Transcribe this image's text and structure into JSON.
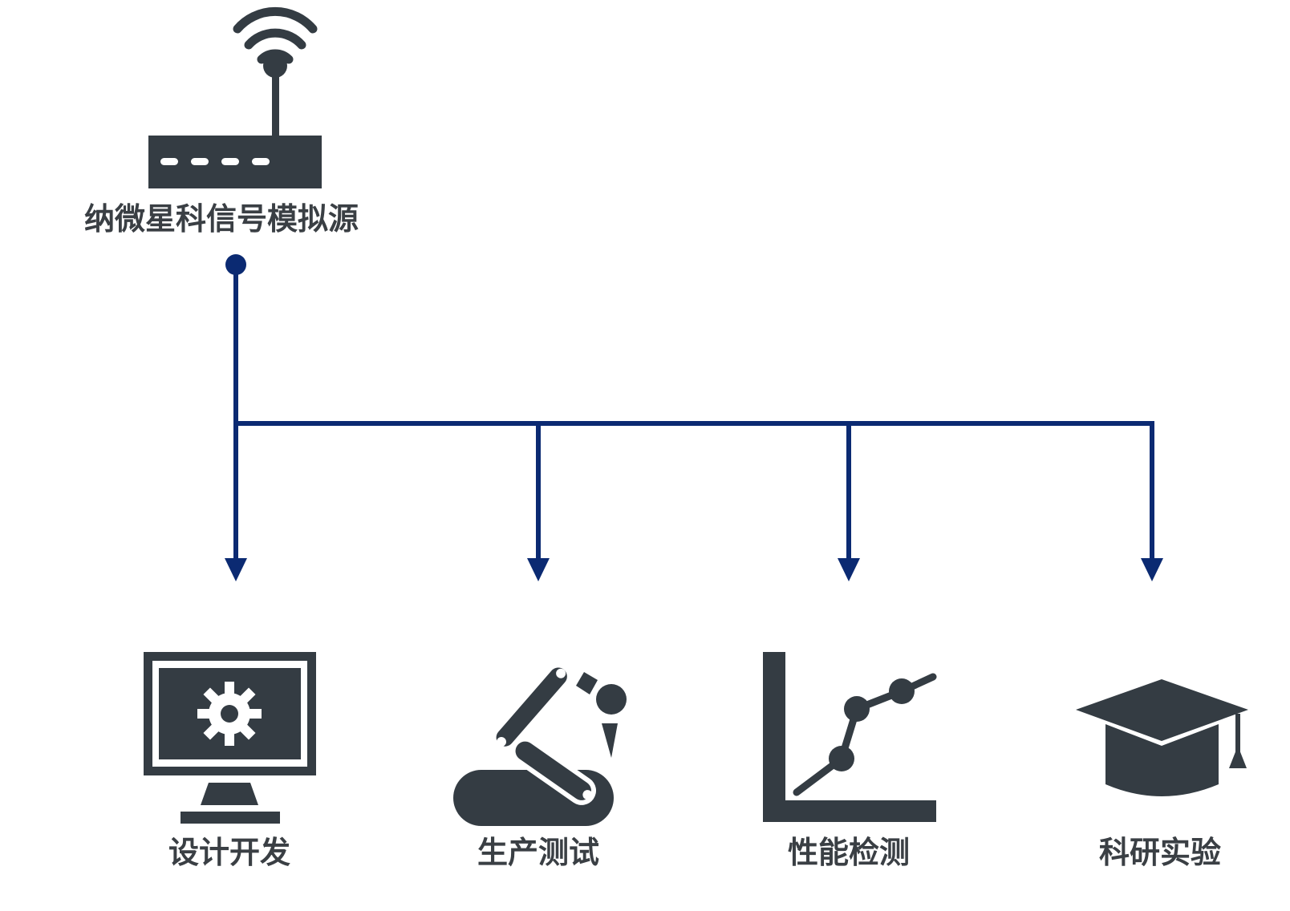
{
  "source": {
    "label": "纳微星科信号模拟源",
    "icon": "wifi-router-icon"
  },
  "targets": [
    {
      "label": "设计开发",
      "icon": "monitor-gear-icon"
    },
    {
      "label": "生产测试",
      "icon": "robot-arm-icon"
    },
    {
      "label": "性能检测",
      "icon": "line-chart-icon"
    },
    {
      "label": "科研实验",
      "icon": "graduation-cap-icon"
    }
  ],
  "colors": {
    "connector": "#0b2a72",
    "icon": "#343c43",
    "text": "#3a3f44",
    "background": "#ffffff"
  }
}
